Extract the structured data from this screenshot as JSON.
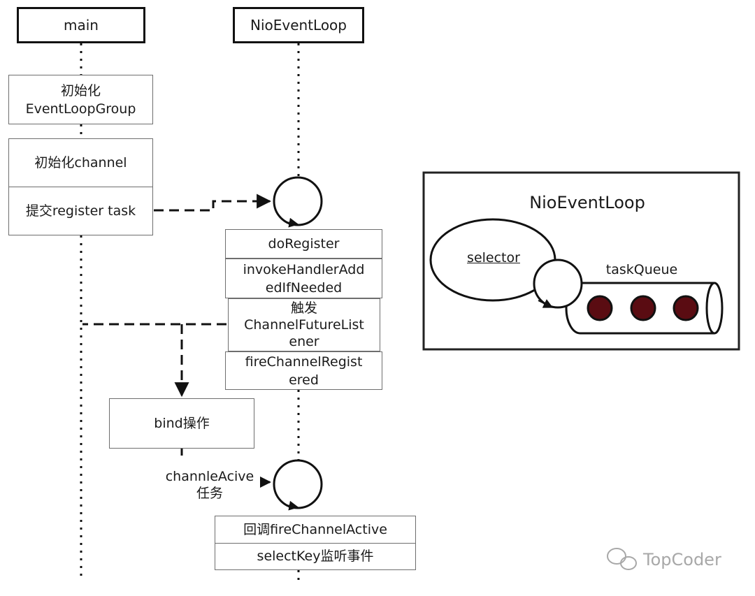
{
  "lifelines": {
    "main": "main",
    "nio": "NioEventLoop"
  },
  "main_steps": {
    "init_group_1": "初始化",
    "init_group_2": "EventLoopGroup",
    "init_channel": "初始化channel",
    "submit_task": "提交register task",
    "bind": "bind操作"
  },
  "nio_steps": {
    "do_register": "doRegister",
    "invoke_handler_1": "invokeHandlerAdd",
    "invoke_handler_2": "edIfNeeded",
    "trigger_1": "触发",
    "trigger_2": "ChannelFutureList",
    "trigger_3": "ener",
    "fire_registered_1": "fireChannelRegist",
    "fire_registered_2": "ered",
    "callback_active": "回调fireChannelActive",
    "select_key": "selectKey监听事件"
  },
  "messages": {
    "channel_active_1": "channleAcive",
    "channel_active_2": "任务"
  },
  "legend": {
    "title": "NioEventLoop",
    "selector": "selector",
    "task_queue": "taskQueue"
  },
  "watermark": "TopCoder",
  "colors": {
    "line": "#111111",
    "box_border": "#6e6e6e",
    "queue_dot": "#5a0c12"
  }
}
